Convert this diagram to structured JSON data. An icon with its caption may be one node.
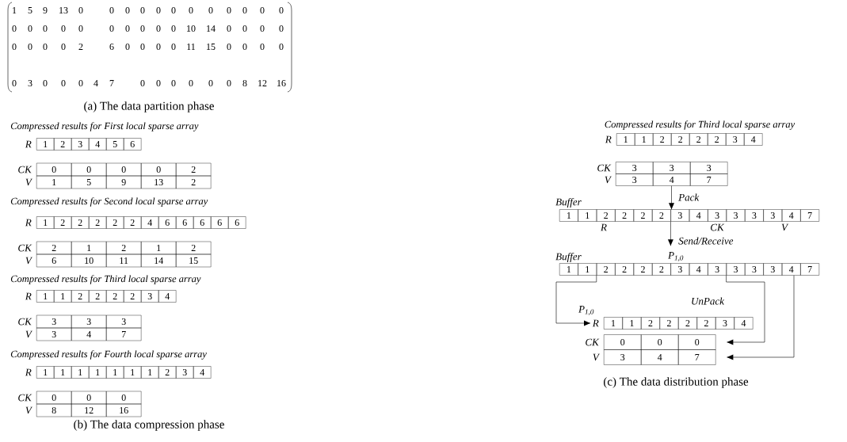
{
  "diagram": {
    "nodes": [
      {
        "text": [
          "1",
          "2",
          "3",
          "4",
          "5",
          "6"
        ],
        "beside": [
          "R"
        ]
      },
      {
        "text": [
          "0",
          "0",
          "0",
          "0",
          "2"
        ],
        "beside": [
          "CK"
        ]
      },
      {
        "text": [
          "1",
          "5",
          "9",
          "13",
          "2"
        ],
        "beside": [
          "V"
        ]
      },
      {
        "text": [
          "1",
          "2",
          "2",
          "2",
          "2",
          "2",
          "4",
          "6",
          "6",
          "6",
          "6",
          "6"
        ],
        "beside": [
          "R"
        ]
      },
      {
        "text": [
          "2",
          "1",
          "2",
          "1",
          "2"
        ],
        "beside": [
          "CK"
        ]
      },
      {
        "text": [
          "6",
          "10",
          "11",
          "14",
          "15"
        ],
        "beside": [
          "V"
        ]
      },
      {
        "text": [
          "1",
          "1",
          "2",
          "2",
          "2",
          "2",
          "3",
          "4"
        ],
        "beside": [
          "R"
        ]
      },
      {
        "text": [
          "3",
          "3",
          "3"
        ],
        "beside": [
          "CK"
        ]
      },
      {
        "text": [
          "3",
          "4",
          "7"
        ],
        "beside": [
          "V"
        ]
      },
      {
        "text": [
          "1",
          "1",
          "1",
          "1",
          "1",
          "1",
          "1",
          "2",
          "3",
          "4"
        ],
        "beside": [
          "R"
        ]
      },
      {
        "text": [
          "0",
          "0",
          "0"
        ],
        "beside": [
          "CK"
        ]
      },
      {
        "text": [
          "8",
          "12",
          "16"
        ],
        "beside": [
          "V"
        ]
      },
      {
        "text": [
          "1",
          "1",
          "2",
          "2",
          "2",
          "2",
          "3",
          "4"
        ],
        "beside": [
          "R"
        ]
      },
      {
        "text": [
          "3",
          "3",
          "3"
        ],
        "beside": [
          "CK"
        ]
      },
      {
        "text": [
          "3",
          "4",
          "7"
        ],
        "beside": [
          "V"
        ]
      },
      {
        "text": [
          "1",
          "1",
          "2",
          "2",
          "2",
          "2",
          "3",
          "4",
          "3",
          "3",
          "3",
          "3",
          "4",
          "7"
        ],
        "beside": [
          "Buffer"
        ]
      },
      {
        "text": [
          "1",
          "1",
          "2",
          "2",
          "2",
          "2",
          "3",
          "4",
          "3",
          "3",
          "3",
          "3",
          "4",
          "7"
        ],
        "beside": [
          "Buffer"
        ]
      },
      {
        "text": [
          "1",
          "1",
          "2",
          "2",
          "2",
          "2",
          "3",
          "4"
        ],
        "beside": [
          "R"
        ]
      },
      {
        "text": [
          "0",
          "0",
          "0"
        ],
        "beside": [
          "CK"
        ]
      },
      {
        "text": [
          "3",
          "4",
          "7"
        ],
        "beside": [
          "V"
        ]
      }
    ],
    "edges": [
      {
        "from": 14,
        "to": 15,
        "arrow": "to",
        "label": "Pack"
      },
      {
        "from": 15,
        "to": 16,
        "arrow": "to",
        "label": "Send/Receive"
      },
      {
        "from": 16,
        "to": 17,
        "arrow": "to"
      },
      {
        "from": 16,
        "to": 18,
        "arrow": "to"
      },
      {
        "from": 16,
        "to": 19,
        "arrow": "to"
      }
    ],
    "labels": [
      "1",
      "5",
      "9",
      "13",
      "0",
      "0",
      "0",
      "0",
      "0",
      "0",
      "0",
      "0",
      "0",
      "0",
      "0",
      "0",
      "0",
      "0",
      "0",
      "0",
      "0",
      "0",
      "0",
      "0",
      "0",
      "0",
      "10",
      "14",
      "0",
      "0",
      "0",
      "0",
      "0",
      "0",
      "0",
      "0",
      "2",
      "6",
      "0",
      "0",
      "0",
      "0",
      "11",
      "15",
      "0",
      "0",
      "0",
      "0",
      "0",
      "3",
      "0",
      "0",
      "0",
      "4",
      "7",
      "0",
      "0",
      "0",
      "0",
      "0",
      "0",
      "8",
      "12",
      "16",
      "(a) The data partition phase",
      "Compressed results for First local sparse array",
      "Compressed results for Second local sparse array",
      "Compressed results for Third local sparse array",
      "Compressed results for Fourth local sparse array",
      "(b) The data compression phase",
      "Compressed results for Third local sparse array",
      "R",
      "CK",
      "V",
      "P$_{1,0}$",
      "UnPack",
      "P$_{1,0}$",
      "(c) The data distribution phase"
    ]
  }
}
